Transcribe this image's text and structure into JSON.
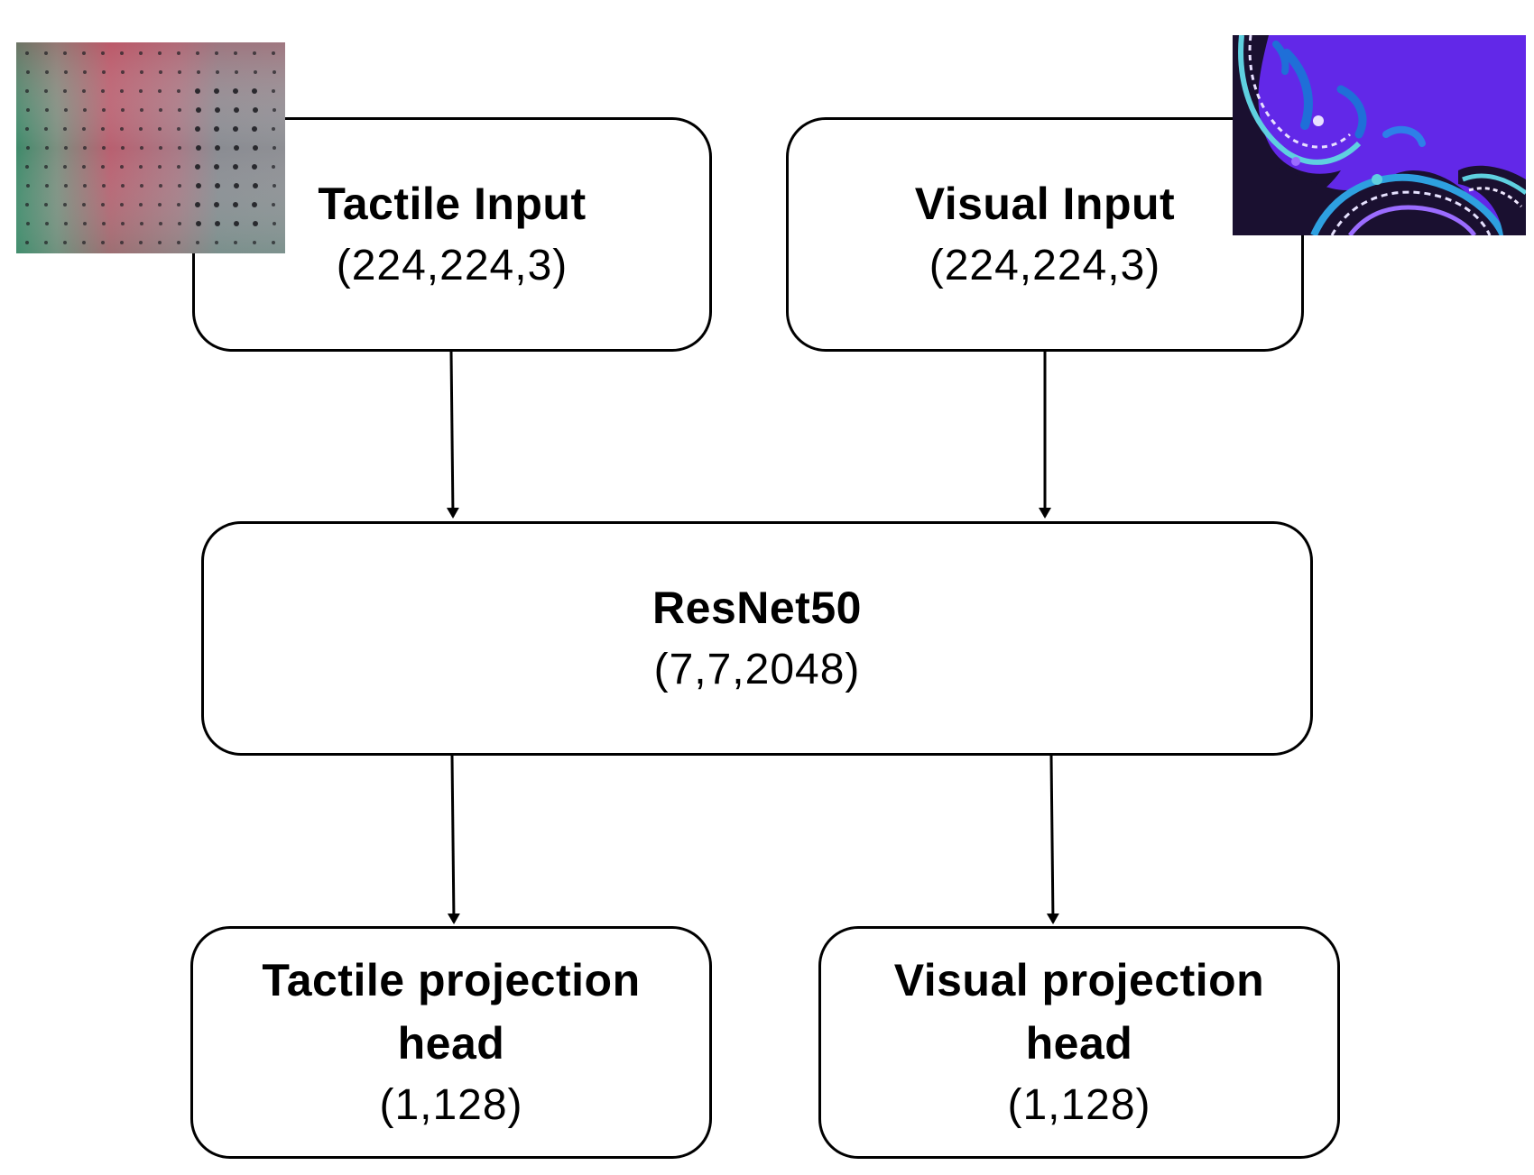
{
  "nodes": {
    "tactile_input": {
      "title": "Tactile Input",
      "dims": "(224,224,3)"
    },
    "visual_input": {
      "title": "Visual Input",
      "dims": "(224,224,3)"
    },
    "resnet": {
      "title": "ResNet50",
      "dims": "(7,7,2048)"
    },
    "tactile_head": {
      "title_line1": "Tactile projection",
      "title_line2": "head",
      "dims": "(1,128)"
    },
    "visual_head": {
      "title_line1": "Visual projection",
      "title_line2": "head",
      "dims": "(1,128)"
    }
  },
  "edges": [
    {
      "from": "tactile_input",
      "to": "resnet"
    },
    {
      "from": "visual_input",
      "to": "resnet"
    },
    {
      "from": "resnet",
      "to": "tactile_head"
    },
    {
      "from": "resnet",
      "to": "visual_head"
    }
  ],
  "images": {
    "tactile_sample": {
      "description_icon": "tactile-sensor-image"
    },
    "visual_sample": {
      "description_icon": "paisley-fabric-image"
    }
  },
  "colors": {
    "stroke": "#000000",
    "tactile_green": "#3f8a6a",
    "tactile_red": "#b0606a",
    "tactile_grey": "#8a8c90",
    "visual_purple": "#6a2cf0",
    "visual_blue": "#1f6fd8"
  }
}
